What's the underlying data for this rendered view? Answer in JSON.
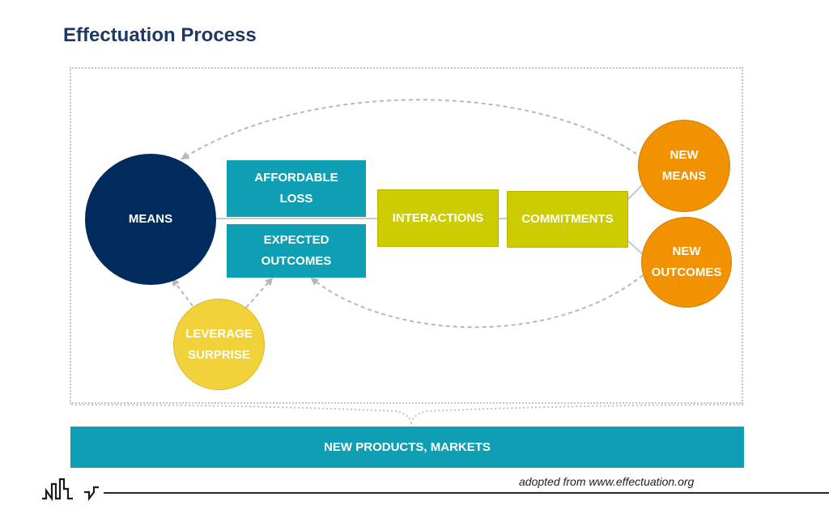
{
  "title": "Effectuation Process",
  "nodes": {
    "means": "MEANS",
    "affordable_loss": "AFFORDABLE LOSS",
    "expected_outcomes": "EXPECTED OUTCOMES",
    "interactions": "INTERACTIONS",
    "commitments": "COMMITMENTS",
    "new_means": "NEW MEANS",
    "new_outcomes": "NEW OUTCOMES",
    "leverage_surprise": "LEVERAGE SURPRISE"
  },
  "bottom_bar": "NEW PRODUCTS, MARKETS",
  "credit": "adopted from www.effectuation.org",
  "colors": {
    "title": "#1f3864",
    "means": "#002b5c",
    "teal": "#0e9fb5",
    "lime": "#cccc00",
    "orange": "#f39200",
    "yellow": "#f2d23a"
  },
  "icons": {
    "logo": "company-logo"
  }
}
